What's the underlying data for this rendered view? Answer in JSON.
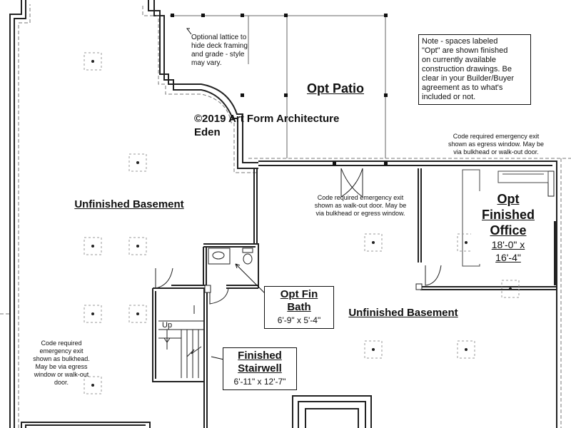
{
  "copyright": "©2019 Art Form Architecture",
  "plan_name": "Eden",
  "note": [
    "Note - spaces labeled",
    "\"Opt\" are shown finished",
    "on currently available",
    "construction drawings.  Be",
    "clear in your Builder/Buyer",
    "agreement as to what's",
    "included or not."
  ],
  "lattice_note": [
    "Optional lattice to",
    "hide deck framing",
    "and grade - style",
    "may vary."
  ],
  "rooms": {
    "opt_patio": "Opt Patio",
    "unfinished_basement_left": "Unfinished Basement",
    "unfinished_basement_center": "Unfinished Basement",
    "opt_office": [
      "Opt",
      "Finished",
      "Office"
    ],
    "opt_office_dims": [
      "18'-0\" x",
      "16'-4\""
    ],
    "opt_bath": [
      "Opt Fin",
      "Bath"
    ],
    "opt_bath_dims": "6'-9\" x 5'-4\"",
    "stairwell": [
      "Finished",
      "Stairwell"
    ],
    "stairwell_dims": "6'-11\" x 12'-7\"",
    "stair_up": "Up"
  },
  "egress_notes": {
    "top_right": [
      "Code required emergency exit",
      "shown as egress window. May be",
      "via bulkhead or walk-out door."
    ],
    "center": [
      "Code required emergency exit",
      "shown as walk-out door. May be",
      "via bulkhead or egress window."
    ],
    "left": [
      "Code required",
      "emergency exit",
      "shown as bulkhead.",
      "May be via egress",
      "window or walk-out",
      "door."
    ]
  }
}
